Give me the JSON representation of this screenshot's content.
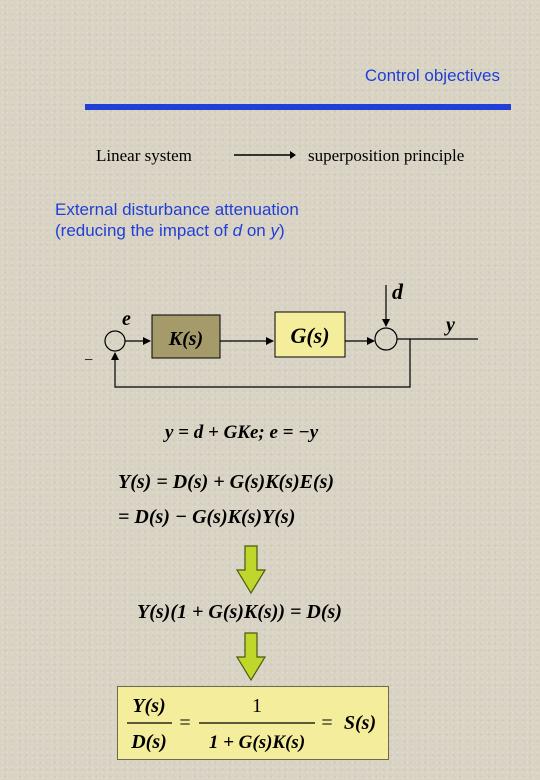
{
  "header": {
    "title": "Control objectives"
  },
  "intro": {
    "left_text": "Linear system",
    "right_text": "superposition principle"
  },
  "section": {
    "line1": "External disturbance attenuation",
    "line2_prefix": "(reducing the impact of ",
    "line2_d": "d",
    "line2_mid": " on ",
    "line2_y": "y",
    "line2_suffix": ")"
  },
  "diagram": {
    "signal_e": "e",
    "signal_d": "d",
    "signal_y": "y",
    "minus_sign": "−",
    "block_k": "K(s)",
    "block_g": "G(s)",
    "colors": {
      "block_k_fill": "#a49a6a",
      "block_g_fill": "#f4ee9c"
    }
  },
  "equations": {
    "eq1": "y = d + GKe; e = −y",
    "eq2": "Y(s) = D(s) + G(s)K(s)E(s)",
    "eq3": "= D(s) − G(s)K(s)Y(s)",
    "eq4": "Y(s)(1 + G(s)K(s)) = D(s)",
    "result_num": "Y(s)",
    "result_den": "D(s)",
    "result_eq1": "=",
    "result_one": "1",
    "result_den2": "1 + G(s)K(s)",
    "result_eq2": "=",
    "result_s": "S(s)"
  }
}
